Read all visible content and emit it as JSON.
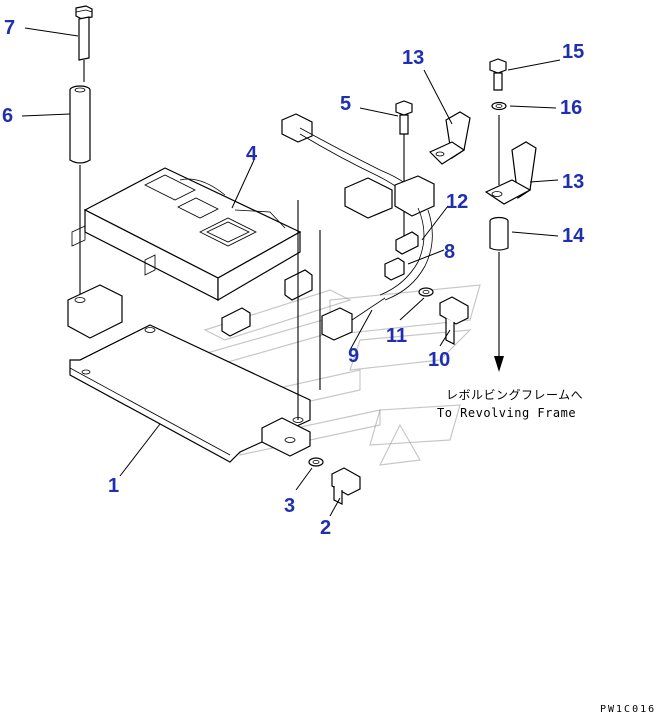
{
  "callouts": [
    {
      "id": "7",
      "label": "7"
    },
    {
      "id": "6",
      "label": "6"
    },
    {
      "id": "4",
      "label": "4"
    },
    {
      "id": "5",
      "label": "5"
    },
    {
      "id": "13a",
      "label": "13"
    },
    {
      "id": "15",
      "label": "15"
    },
    {
      "id": "16",
      "label": "16"
    },
    {
      "id": "13b",
      "label": "13"
    },
    {
      "id": "12",
      "label": "12"
    },
    {
      "id": "8",
      "label": "8"
    },
    {
      "id": "14",
      "label": "14"
    },
    {
      "id": "11",
      "label": "11"
    },
    {
      "id": "9",
      "label": "9"
    },
    {
      "id": "10",
      "label": "10"
    },
    {
      "id": "1",
      "label": "1"
    },
    {
      "id": "3",
      "label": "3"
    },
    {
      "id": "2",
      "label": "2"
    }
  ],
  "note": {
    "japanese": "レボルビングフレームへ",
    "english": "To Revolving Frame"
  },
  "drawing_code": "PW1C016",
  "colors": {
    "callout": "#1f2fb0",
    "line": "#000000",
    "watermark": "#999999"
  }
}
